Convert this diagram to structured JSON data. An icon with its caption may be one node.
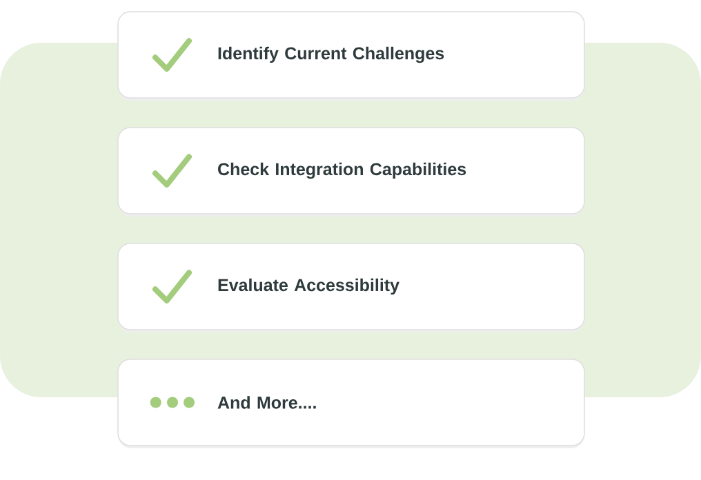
{
  "diagram": {
    "nodes": [
      {
        "text": [
          "Identify Current Challenges"
        ]
      },
      {
        "text": [
          "Check Integration Capabilities"
        ]
      },
      {
        "text": [
          "Evaluate Accessibility"
        ]
      },
      {
        "text": [
          "And More...."
        ]
      }
    ]
  }
}
